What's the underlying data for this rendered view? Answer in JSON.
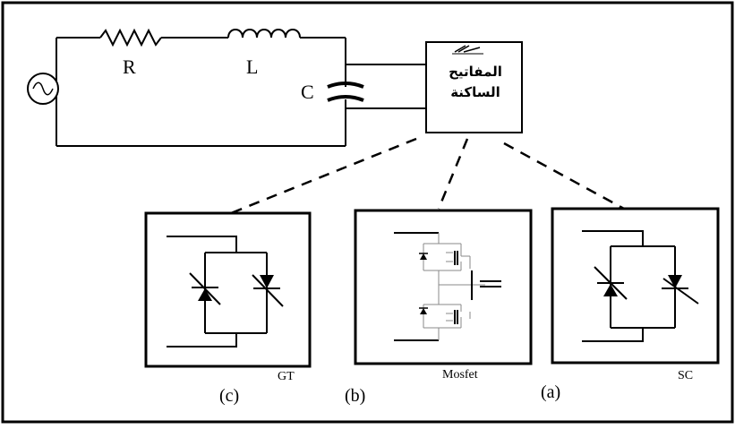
{
  "circuit": {
    "resistor_label": "R",
    "inductor_label": "L",
    "capacitor_label": "C",
    "switch_box_line1": "المفاتيح",
    "switch_box_line2": "الساكنة"
  },
  "variants": [
    {
      "tag": "GT",
      "letter": "(c)"
    },
    {
      "tag": "Mosfet",
      "letter": "(b)"
    },
    {
      "tag": "SC",
      "letter": "(a)"
    }
  ],
  "colors": {
    "line": "#000000",
    "mosfet_wire": "#8a8a8a"
  }
}
